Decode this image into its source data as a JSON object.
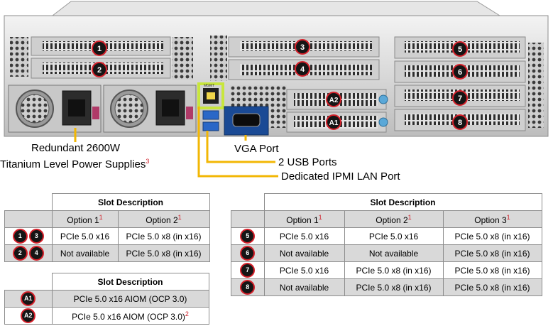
{
  "labels": {
    "power_line1": "Redundant  2600W",
    "power_line2": "Titanium  Level  Power Supplies",
    "power_sup": "3",
    "vga": "VGA Port",
    "usb": "2 USB Ports",
    "ipmi": "Dedicated IPMI  LAN Port"
  },
  "badges": {
    "b1": "1",
    "b2": "2",
    "b3": "3",
    "b4": "4",
    "b5": "5",
    "b6": "6",
    "b7": "7",
    "b8": "8",
    "a1": "A1",
    "a2": "A2"
  },
  "port_text": {
    "ipmi_label": "MGMT"
  },
  "table_a": {
    "title": "Slot Description",
    "headers": [
      "Option 1",
      "Option 2"
    ],
    "header_sups": [
      "1",
      "1"
    ],
    "rows": [
      {
        "badges": [
          "1",
          "3"
        ],
        "cells": [
          "PCIe 5.0 x16",
          "PCIe 5.0 x8 (in x16)"
        ]
      },
      {
        "badges": [
          "2",
          "4"
        ],
        "cells": [
          "Not available",
          "PCIe 5.0 x8 (in x16)"
        ]
      }
    ]
  },
  "table_b": {
    "title": "Slot Description",
    "rows": [
      {
        "badge": "A1",
        "cell": "PCIe 5.0 x16 AIOM (OCP 3.0)",
        "sup": ""
      },
      {
        "badge": "A2",
        "cell": "PCIe 5.0 x16 AIOM (OCP 3.0)",
        "sup": "2"
      }
    ]
  },
  "table_c": {
    "title": "Slot Description",
    "headers": [
      "Option 1",
      "Option 2",
      "Option 3"
    ],
    "header_sups": [
      "1",
      "1",
      "1"
    ],
    "rows": [
      {
        "badge": "5",
        "cells": [
          "PCIe 5.0 x16",
          "PCIe 5.0 x16",
          "PCIe 5.0 x8 (in x16)"
        ]
      },
      {
        "badge": "6",
        "cells": [
          "Not available",
          "Not available",
          "PCIe 5.0 x8 (in x16)"
        ]
      },
      {
        "badge": "7",
        "cells": [
          "PCIe 5.0 x16",
          "PCIe 5.0 x8 (in x16)",
          "PCIe 5.0 x8 (in x16)"
        ]
      },
      {
        "badge": "8",
        "cells": [
          "Not available",
          "PCIe 5.0 x8 (in x16)",
          "PCIe 5.0 x8 (in x16)"
        ]
      }
    ]
  },
  "colors": {
    "callout_line": "#f2b705",
    "badge_ring": "#d6202a",
    "highlight": "#c8e63c",
    "row_shade": "#d9d9d9"
  }
}
